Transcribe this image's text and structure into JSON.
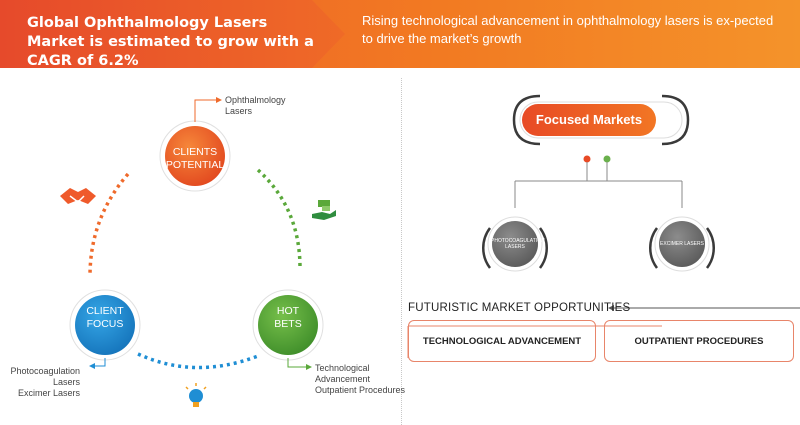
{
  "header": {
    "title": "Global Ophthalmology Lasers Market is estimated to grow with a CAGR of 6.2%",
    "subtitle": "Rising technological advancement in ophthalmology lasers is ex-pected to drive the market’s growth"
  },
  "cycle": {
    "clients_potential": {
      "label_line1": "CLIENTS",
      "label_line2": "POTENTIAL",
      "note_line1": "Ophthalmology",
      "note_line2": "Lasers",
      "color": "#ef5a2b"
    },
    "client_focus": {
      "label_line1": "CLIENT",
      "label_line2": "FOCUS",
      "note_line1": "Photocoagulation",
      "note_line2": "Lasers",
      "note_line3": "Excimer Lasers",
      "color": "#1f8ed4"
    },
    "hot_bets": {
      "label_line1": "HOT",
      "label_line2": "BETS",
      "note_line1": "Technological",
      "note_line2": "Advancement",
      "note_line3": "Outpatient Procedures",
      "color": "#5aa83a"
    },
    "icons": [
      "handshake-icon",
      "money-hand-icon",
      "lightbulb-icon"
    ]
  },
  "focused_markets": {
    "title": "Focused Markets",
    "items": [
      {
        "line1": "PHOTOCOAGULATION",
        "line2": "LASERS"
      },
      {
        "line1": "EXCIMER LASERS",
        "line2": ""
      }
    ],
    "accent": "#ef5a2b"
  },
  "opportunities": {
    "heading": "FUTURISTIC MARKET OPPORTUNITIES",
    "items": [
      "TECHNOLOGICAL ADVANCEMENT",
      "OUTPATIENT PROCEDURES"
    ]
  }
}
